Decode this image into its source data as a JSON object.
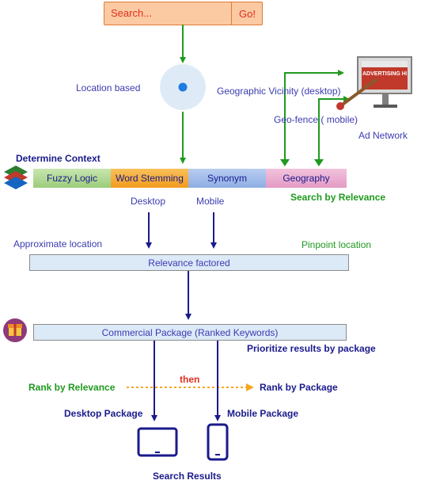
{
  "search": {
    "placeholder": "Search...",
    "go_label": "Go!"
  },
  "labels": {
    "location_based": "Location based",
    "geo_vicinity": "Geographic Vicinity (desktop)",
    "geo_fence": "Geo-fence ( mobile)",
    "ad_network": "Ad Network",
    "advertising_sign": "ADVERTISING HERE",
    "determine_context": "Determine Context",
    "search_by_relevance": "Search by Relevance",
    "desktop": "Desktop",
    "mobile": "Mobile",
    "approximate_location": "Approximate location",
    "pinpoint_location": "Pinpoint location",
    "relevance_factored": "Relevance factored",
    "commercial_package": "Commercial Package (Ranked Keywords)",
    "prioritize": "Prioritize results by package",
    "rank_by_relevance": "Rank by Relevance",
    "then": "then",
    "rank_by_package": "Rank by Package",
    "desktop_package": "Desktop Package",
    "mobile_package": "Mobile Package",
    "search_results": "Search Results"
  },
  "context_bars": [
    {
      "label": "Fuzzy Logic",
      "color": "#a9d18e"
    },
    {
      "label": "Word Stemming",
      "color": "#f5a623"
    },
    {
      "label": "Synonym",
      "color": "#9db8e6"
    },
    {
      "label": "Geography",
      "color": "#e6a3c9"
    }
  ],
  "colors": {
    "search_fill": "#fbc9a2",
    "search_border": "#e07b39",
    "search_text": "#e0301e",
    "green_arrow": "#1f9a1f",
    "navy_arrow": "#1a1a8c",
    "box_fill": "#dce9f7",
    "dotted_arrow": "#f5a623",
    "location_dot": "#1e7be0",
    "location_halo": "#deebf7"
  }
}
